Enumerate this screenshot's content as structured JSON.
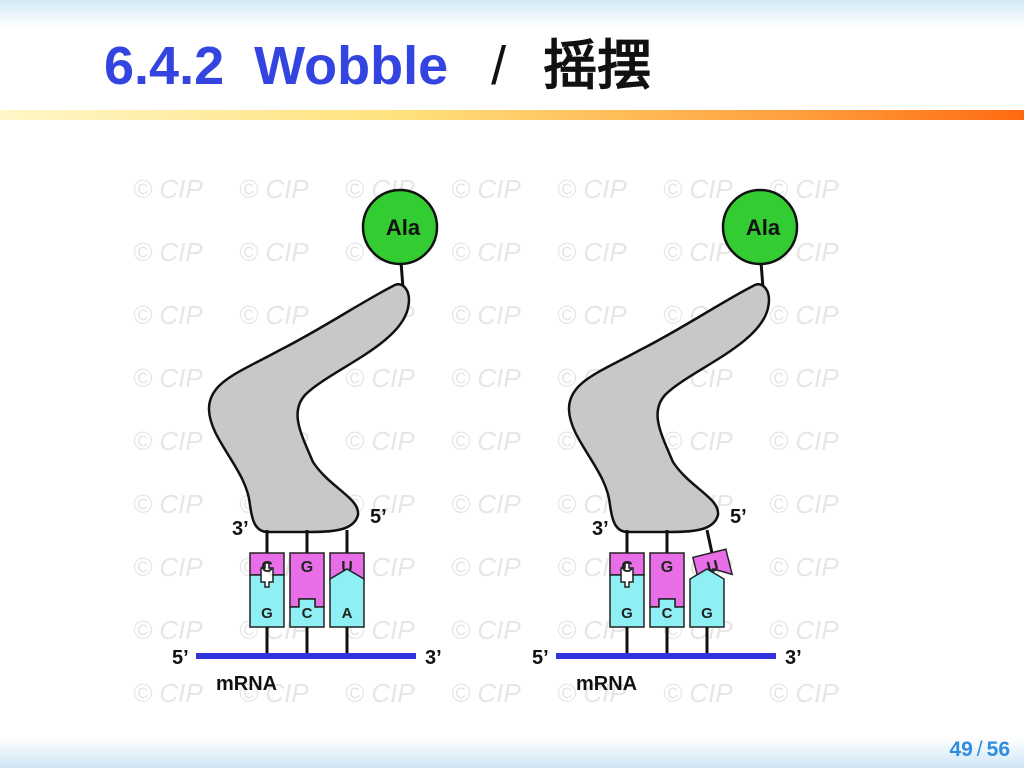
{
  "slide": {
    "title_number": "6.4.2",
    "title_en": "Wobble",
    "title_sep": "/",
    "title_cn": "摇摆"
  },
  "page": {
    "current": "49",
    "sep": "/",
    "total": "56"
  },
  "watermark": {
    "text": "© CIP"
  },
  "panels": [
    {
      "amino_acid": "Ala",
      "trna_3prime": "3’",
      "trna_5prime": "5’",
      "anticodon": [
        "C",
        "G",
        "U"
      ],
      "codon": [
        "G",
        "C",
        "A"
      ],
      "mrna_5prime": "5’",
      "mrna_3prime": "3’",
      "mrna_label": "mRNA"
    },
    {
      "amino_acid": "Ala",
      "trna_3prime": "3’",
      "trna_5prime": "5’",
      "anticodon": [
        "C",
        "G",
        "U"
      ],
      "codon": [
        "G",
        "C",
        "G"
      ],
      "mrna_5prime": "5’",
      "mrna_3prime": "3’",
      "mrna_label": "mRNA"
    }
  ],
  "colors": {
    "title": "#3344e0",
    "amino_acid": "#33cc33",
    "trna": "#c8c8c8",
    "anticodon": "#e86ee8",
    "codon": "#8ef0f4",
    "mrna": "#3333dd",
    "page_number": "#2f8de0"
  }
}
